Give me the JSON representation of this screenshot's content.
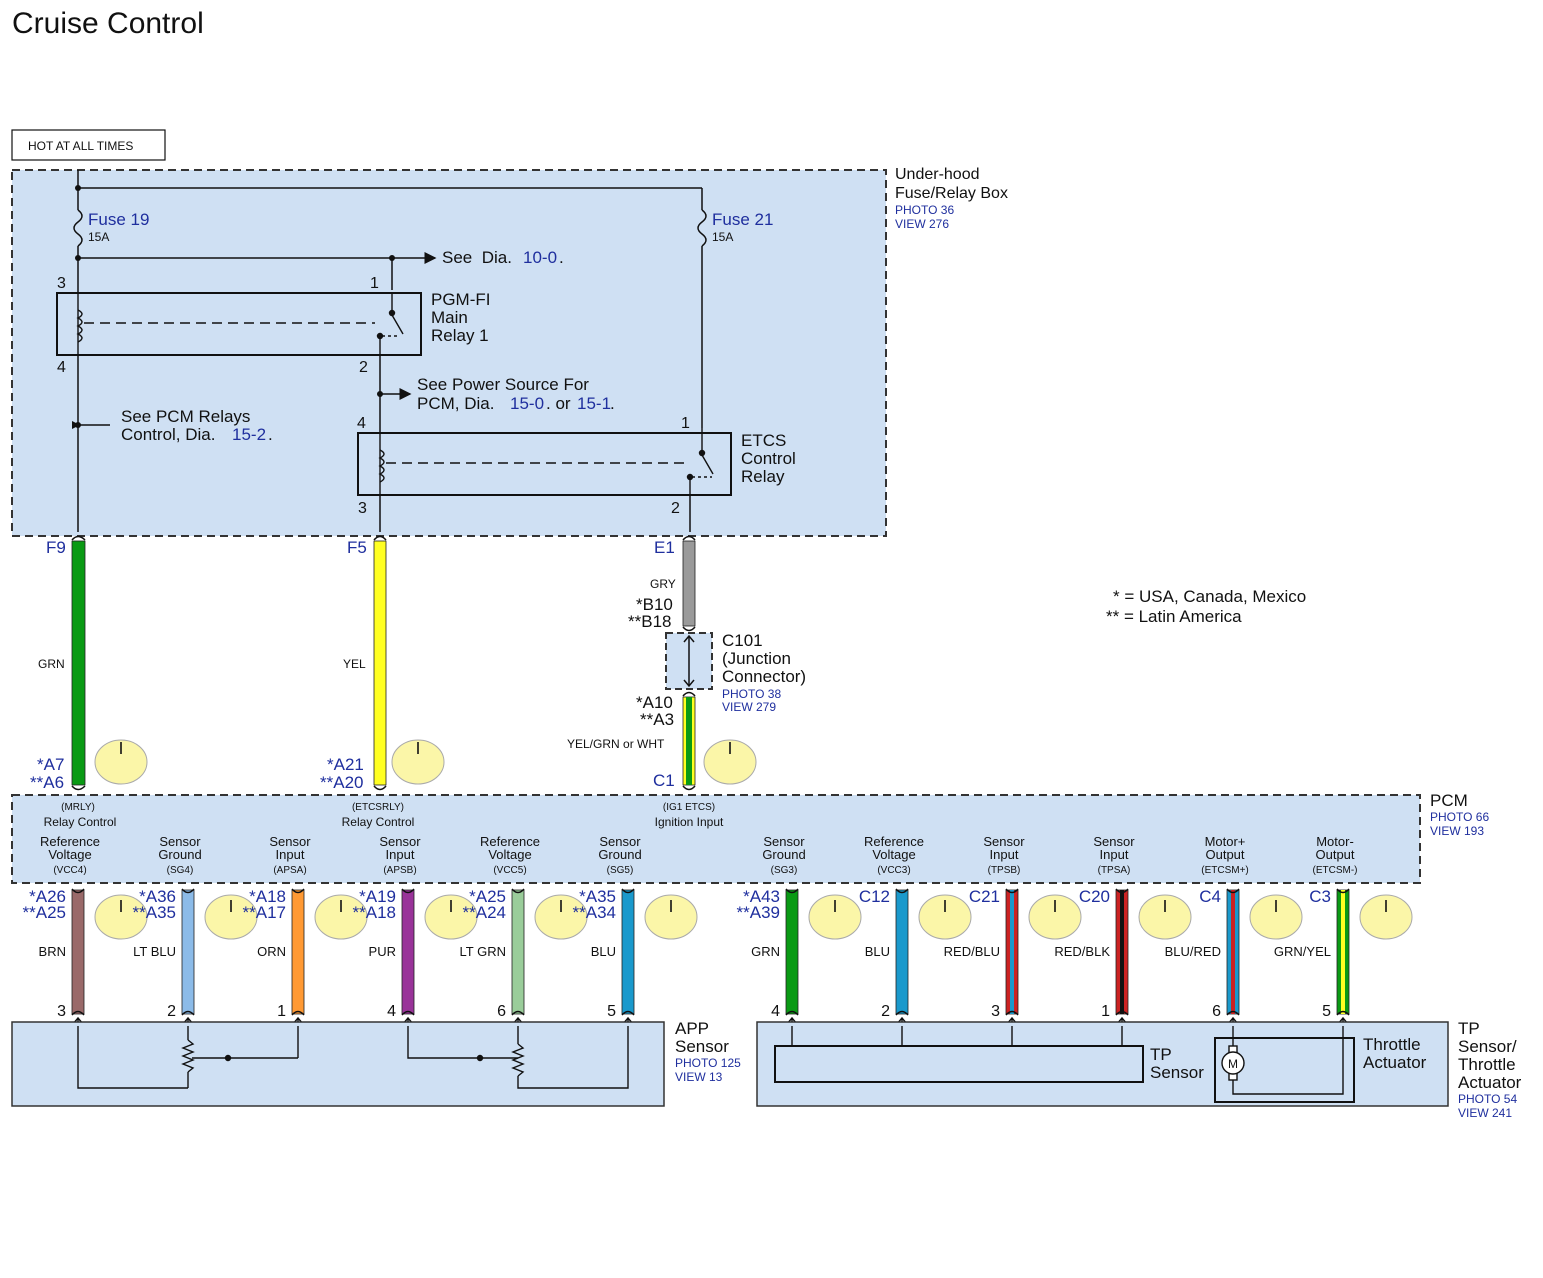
{
  "title": "Cruise Control",
  "colors": {
    "box_fill": "#cfe0f3",
    "link_blue": "#1f2f9e",
    "test_point": "#fbf6a8",
    "GRN": "#0a9a14",
    "YEL": "#ffff22",
    "GRY": "#9a9a9a",
    "BRN": "#9a6a6a",
    "LT BLU": "#8cbbe8",
    "ORN": "#ff9933",
    "PUR": "#993399",
    "LT GRN": "#9acd9a",
    "BLU": "#1a99cc",
    "RED": "#cc2222",
    "BLK": "#111111"
  },
  "hot_label": "HOT AT ALL TIMES",
  "fuse_box": {
    "name_line1": "Under-hood",
    "name_line2": "Fuse/Relay Box",
    "photo": "PHOTO 36",
    "view": "VIEW 276",
    "fuse19": {
      "name": "Fuse 19",
      "rating": "15A"
    },
    "fuse21": {
      "name": "Fuse 21",
      "rating": "15A"
    },
    "see_prefix": "See  Dia.",
    "see_link": "10-0",
    "see_suffix": "."
  },
  "pgm_relay": {
    "line1": "PGM-FI",
    "line2": "Main",
    "line3": "Relay 1",
    "pin_in": "3",
    "pin_coil_out": "4",
    "pin_sw_in": "1",
    "pin_sw_out": "2"
  },
  "power_source_note": {
    "line1": "See Power Source For",
    "line2_prefix": "PCM, Dia.",
    "link1": "15-0",
    "mid": ". or",
    "link2": "15-1",
    "suffix": "."
  },
  "pcm_relays_note": {
    "line1": "See PCM Relays",
    "line2_prefix": "Control, Dia.",
    "link": "15-2",
    "suffix": "."
  },
  "etcs_relay": {
    "line1": "ETCS",
    "line2": "Control",
    "line3": "Relay",
    "pin_coil_in": "4",
    "pin_coil_out": "3",
    "pin_sw_in": "1",
    "pin_sw_out": "2"
  },
  "footnotes": {
    "usa": "* = USA, Canada, Mexico",
    "latin": "** = Latin America"
  },
  "upper_wires": [
    {
      "term_top": "F9",
      "color": "GRN",
      "pin_usa": "*A7",
      "pin_latin": "**A6",
      "sig_code": "(MRLY)",
      "sig_name": "Relay Control"
    },
    {
      "term_top": "F5",
      "color": "YEL",
      "pin_usa": "*A21",
      "pin_latin": "**A20",
      "sig_code": "(ETCSRLY)",
      "sig_name": "Relay Control"
    },
    {
      "term_top": "E1",
      "color": "GRY",
      "pin_usa": "C1",
      "sig_code": "(IG1 ETCS)",
      "sig_name": "Ignition Input"
    }
  ],
  "c101": {
    "line1": "C101",
    "line2": "(Junction",
    "line3": "Connector)",
    "photo": "PHOTO 38",
    "view": "VIEW 279",
    "in_usa": "*B10",
    "in_latin": "**B18",
    "out_usa": "*A10",
    "out_latin": "**A3",
    "out_color": "YEL/GRN or WHT"
  },
  "pcm": {
    "name": "PCM",
    "photo": "PHOTO 66",
    "view": "VIEW 193"
  },
  "lower_wires": [
    {
      "l1": "Reference",
      "l2": "Voltage",
      "code": "(VCC4)",
      "pin_usa": "*A26",
      "pin_latin": "**A25",
      "color": "BRN",
      "sensor_pin": "3"
    },
    {
      "l1": "Sensor",
      "l2": "Ground",
      "code": "(SG4)",
      "pin_usa": "*A36",
      "pin_latin": "**A35",
      "color": "LT BLU",
      "sensor_pin": "2"
    },
    {
      "l1": "Sensor",
      "l2": "Input",
      "code": "(APSA)",
      "pin_usa": "*A18",
      "pin_latin": "**A17",
      "color": "ORN",
      "sensor_pin": "1"
    },
    {
      "l1": "Sensor",
      "l2": "Input",
      "code": "(APSB)",
      "pin_usa": "*A19",
      "pin_latin": "**A18",
      "color": "PUR",
      "sensor_pin": "4"
    },
    {
      "l1": "Reference",
      "l2": "Voltage",
      "code": "(VCC5)",
      "pin_usa": "*A25",
      "pin_latin": "**A24",
      "color": "LT GRN",
      "sensor_pin": "6"
    },
    {
      "l1": "Sensor",
      "l2": "Ground",
      "code": "(SG5)",
      "pin_usa": "*A35",
      "pin_latin": "**A34",
      "color": "BLU",
      "sensor_pin": "5"
    },
    {
      "l1": "Sensor",
      "l2": "Ground",
      "code": "(SG3)",
      "pin_usa": "*A43",
      "pin_latin": "**A39",
      "color": "GRN",
      "sensor_pin": "4"
    },
    {
      "l1": "Reference",
      "l2": "Voltage",
      "code": "(VCC3)",
      "pin_usa": "C12",
      "pin_latin": "",
      "color": "BLU",
      "sensor_pin": "2"
    },
    {
      "l1": "Sensor",
      "l2": "Input",
      "code": "(TPSB)",
      "pin_usa": "C21",
      "pin_latin": "",
      "color": "RED/BLU",
      "sensor_pin": "3"
    },
    {
      "l1": "Sensor",
      "l2": "Input",
      "code": "(TPSA)",
      "pin_usa": "C20",
      "pin_latin": "",
      "color": "RED/BLK",
      "sensor_pin": "1"
    },
    {
      "l1": "Motor+",
      "l2": "Output",
      "code": "(ETCSM+)",
      "pin_usa": "C4",
      "pin_latin": "",
      "color": "BLU/RED",
      "sensor_pin": "6"
    },
    {
      "l1": "Motor-",
      "l2": "Output",
      "code": "(ETCSM-)",
      "pin_usa": "C3",
      "pin_latin": "",
      "color": "GRN/YEL",
      "sensor_pin": "5"
    }
  ],
  "app_sensor": {
    "line1": "APP",
    "line2": "Sensor",
    "photo": "PHOTO 125",
    "view": "VIEW 13"
  },
  "tp_actuator": {
    "line1": "TP",
    "line2": "Sensor/",
    "line3": "Throttle",
    "line4": "Actuator",
    "photo": "PHOTO 54",
    "view": "VIEW 241",
    "tp_line1": "TP",
    "tp_line2": "Sensor",
    "act_line1": "Throttle",
    "act_line2": "Actuator",
    "motor_symbol": "M"
  }
}
